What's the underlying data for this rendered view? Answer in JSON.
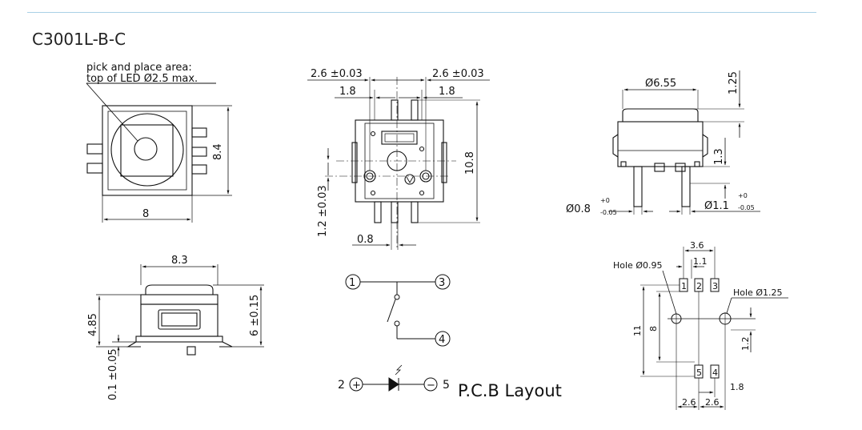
{
  "part_number": "C3001L-B-C",
  "top_view": {
    "callout_line1": "pick and place area:",
    "callout_line2": "top of LED  Ø2.5 max.",
    "width": "8",
    "height": "8.4"
  },
  "front_view": {
    "width": "8.3",
    "height": "6 ±0.15",
    "body_height": "4.85",
    "standoff": "0.1 ±0.05"
  },
  "bottom_view": {
    "pitch_left": "2.6 ±0.03",
    "pitch_right": "2.6 ±0.03",
    "offset_left": "1.8",
    "offset_right": "1.8",
    "height": "10.8",
    "led_offset": "1.2 ±0.03",
    "pin_width": "0.8"
  },
  "side_view": {
    "diameter": "Ø6.55",
    "cap_height": "1.25",
    "pin_height": "1.3",
    "pin_dia_left": "Ø0.8",
    "pin_dia_left_tol_upper": "+0",
    "pin_dia_left_tol_lower": "-0.05",
    "pin_dia_right": "Ø1.1",
    "pin_dia_right_tol_upper": "+0",
    "pin_dia_right_tol_lower": "-0.05"
  },
  "schematic": {
    "switch_pins": [
      "1",
      "3",
      "4"
    ],
    "led_anode": "2",
    "led_cathode": "5",
    "plus_sign": "+",
    "minus_sign": "−"
  },
  "pcb_layout": {
    "title": "P.C.B Layout",
    "hole_small": "Hole Ø0.95",
    "hole_large": "Hole Ø1.25",
    "dim_span": "3.6",
    "dim_pitch": "1.1",
    "dim_total_height": "11",
    "dim_pad_height": "8",
    "dim_offset": "1.2",
    "dim_bottom_offset": "1.8",
    "dim_bottom_left": "2.6",
    "dim_bottom_right": "2.6",
    "pads": [
      "1",
      "2",
      "3",
      "5",
      "4"
    ]
  }
}
